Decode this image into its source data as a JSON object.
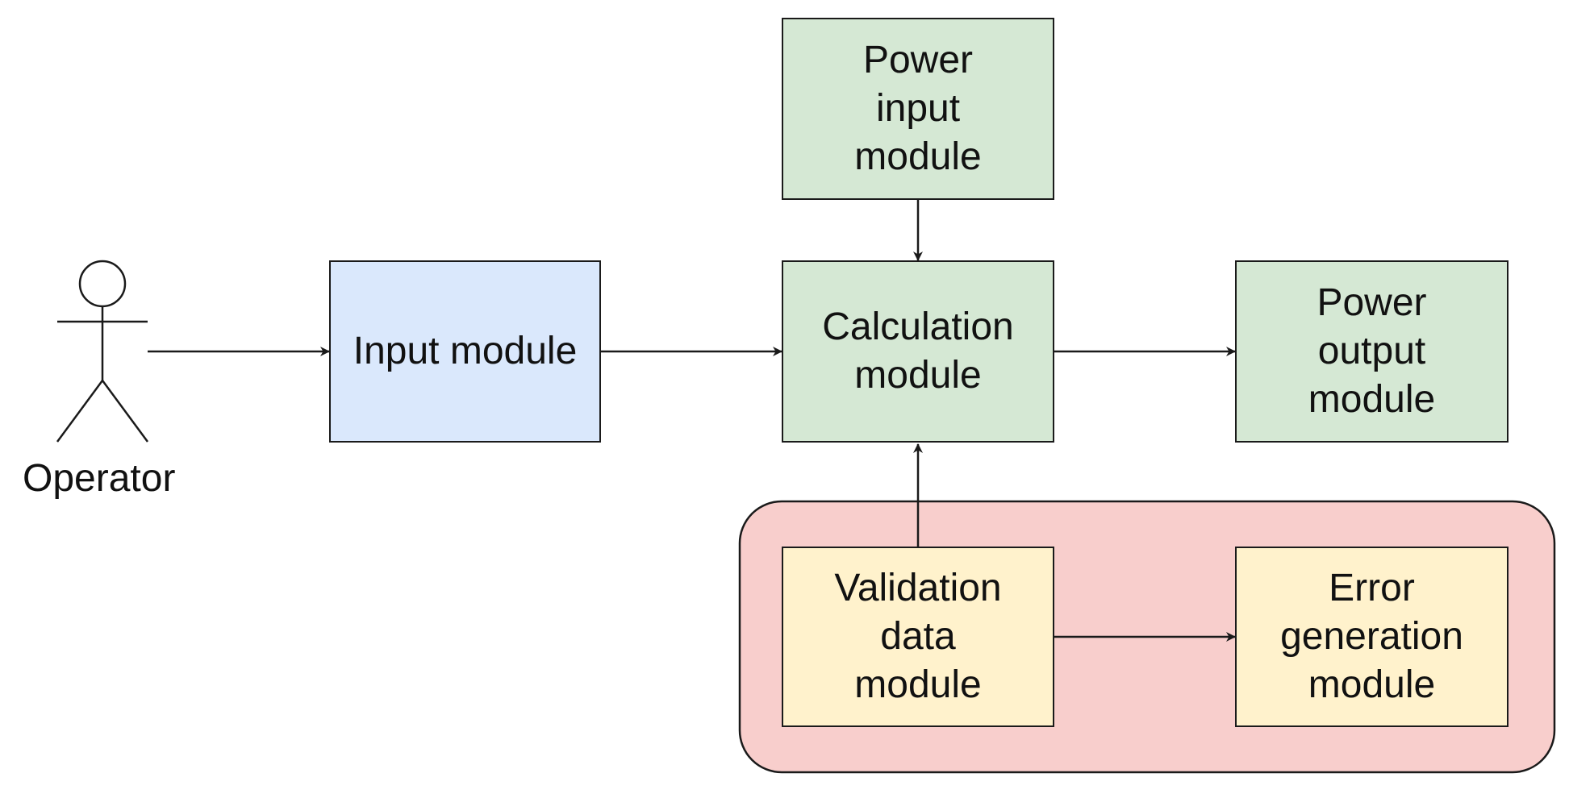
{
  "colors": {
    "input_fill": "#dae8fc",
    "main_fill": "#d5e8d4",
    "validation_fill": "#fff2cc",
    "group_fill": "#f8cecc",
    "stroke": "#1a1a1a"
  },
  "actor": {
    "label": "Operator",
    "icon": "stick-figure-icon"
  },
  "nodes": {
    "input": {
      "lines": [
        "Input module"
      ]
    },
    "power_input": {
      "lines": [
        "Power",
        "input",
        "module"
      ]
    },
    "calculation": {
      "lines": [
        "Calculation",
        "module"
      ]
    },
    "power_output": {
      "lines": [
        "Power",
        "output",
        "module"
      ]
    },
    "validation": {
      "lines": [
        "Validation",
        "data",
        "module"
      ]
    },
    "error": {
      "lines": [
        "Error",
        "generation",
        "module"
      ]
    }
  }
}
